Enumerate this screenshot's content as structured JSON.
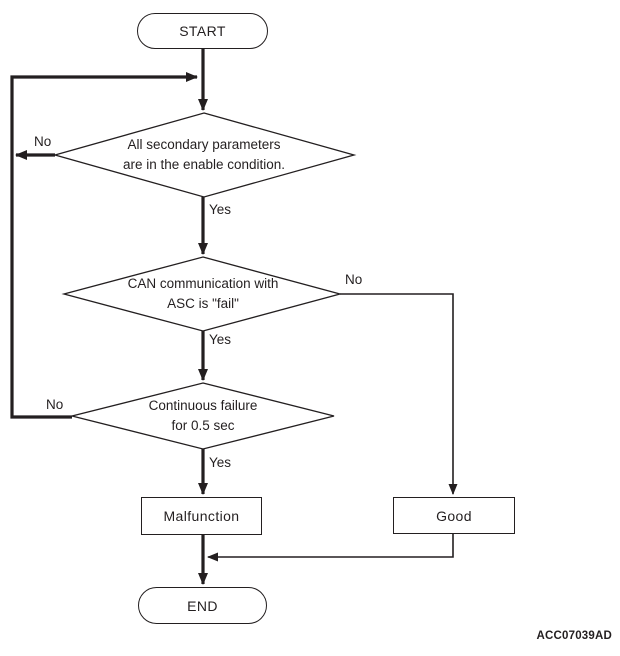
{
  "flowchart": {
    "start_label": "START",
    "end_label": "END",
    "decisions": [
      {
        "lines": [
          "All secondary parameters",
          "are in the enable condition."
        ]
      },
      {
        "lines": [
          "CAN communication with",
          "ASC is \"fail\""
        ]
      },
      {
        "lines": [
          "Continuous failure",
          "for 0.5 sec"
        ]
      }
    ],
    "results": {
      "malfunction": "Malfunction",
      "good": "Good"
    },
    "branch_labels": {
      "yes": "Yes",
      "no": "No"
    },
    "figure_code": "ACC07039AD",
    "colors": {
      "line": "#231f20",
      "background": "#ffffff"
    }
  }
}
